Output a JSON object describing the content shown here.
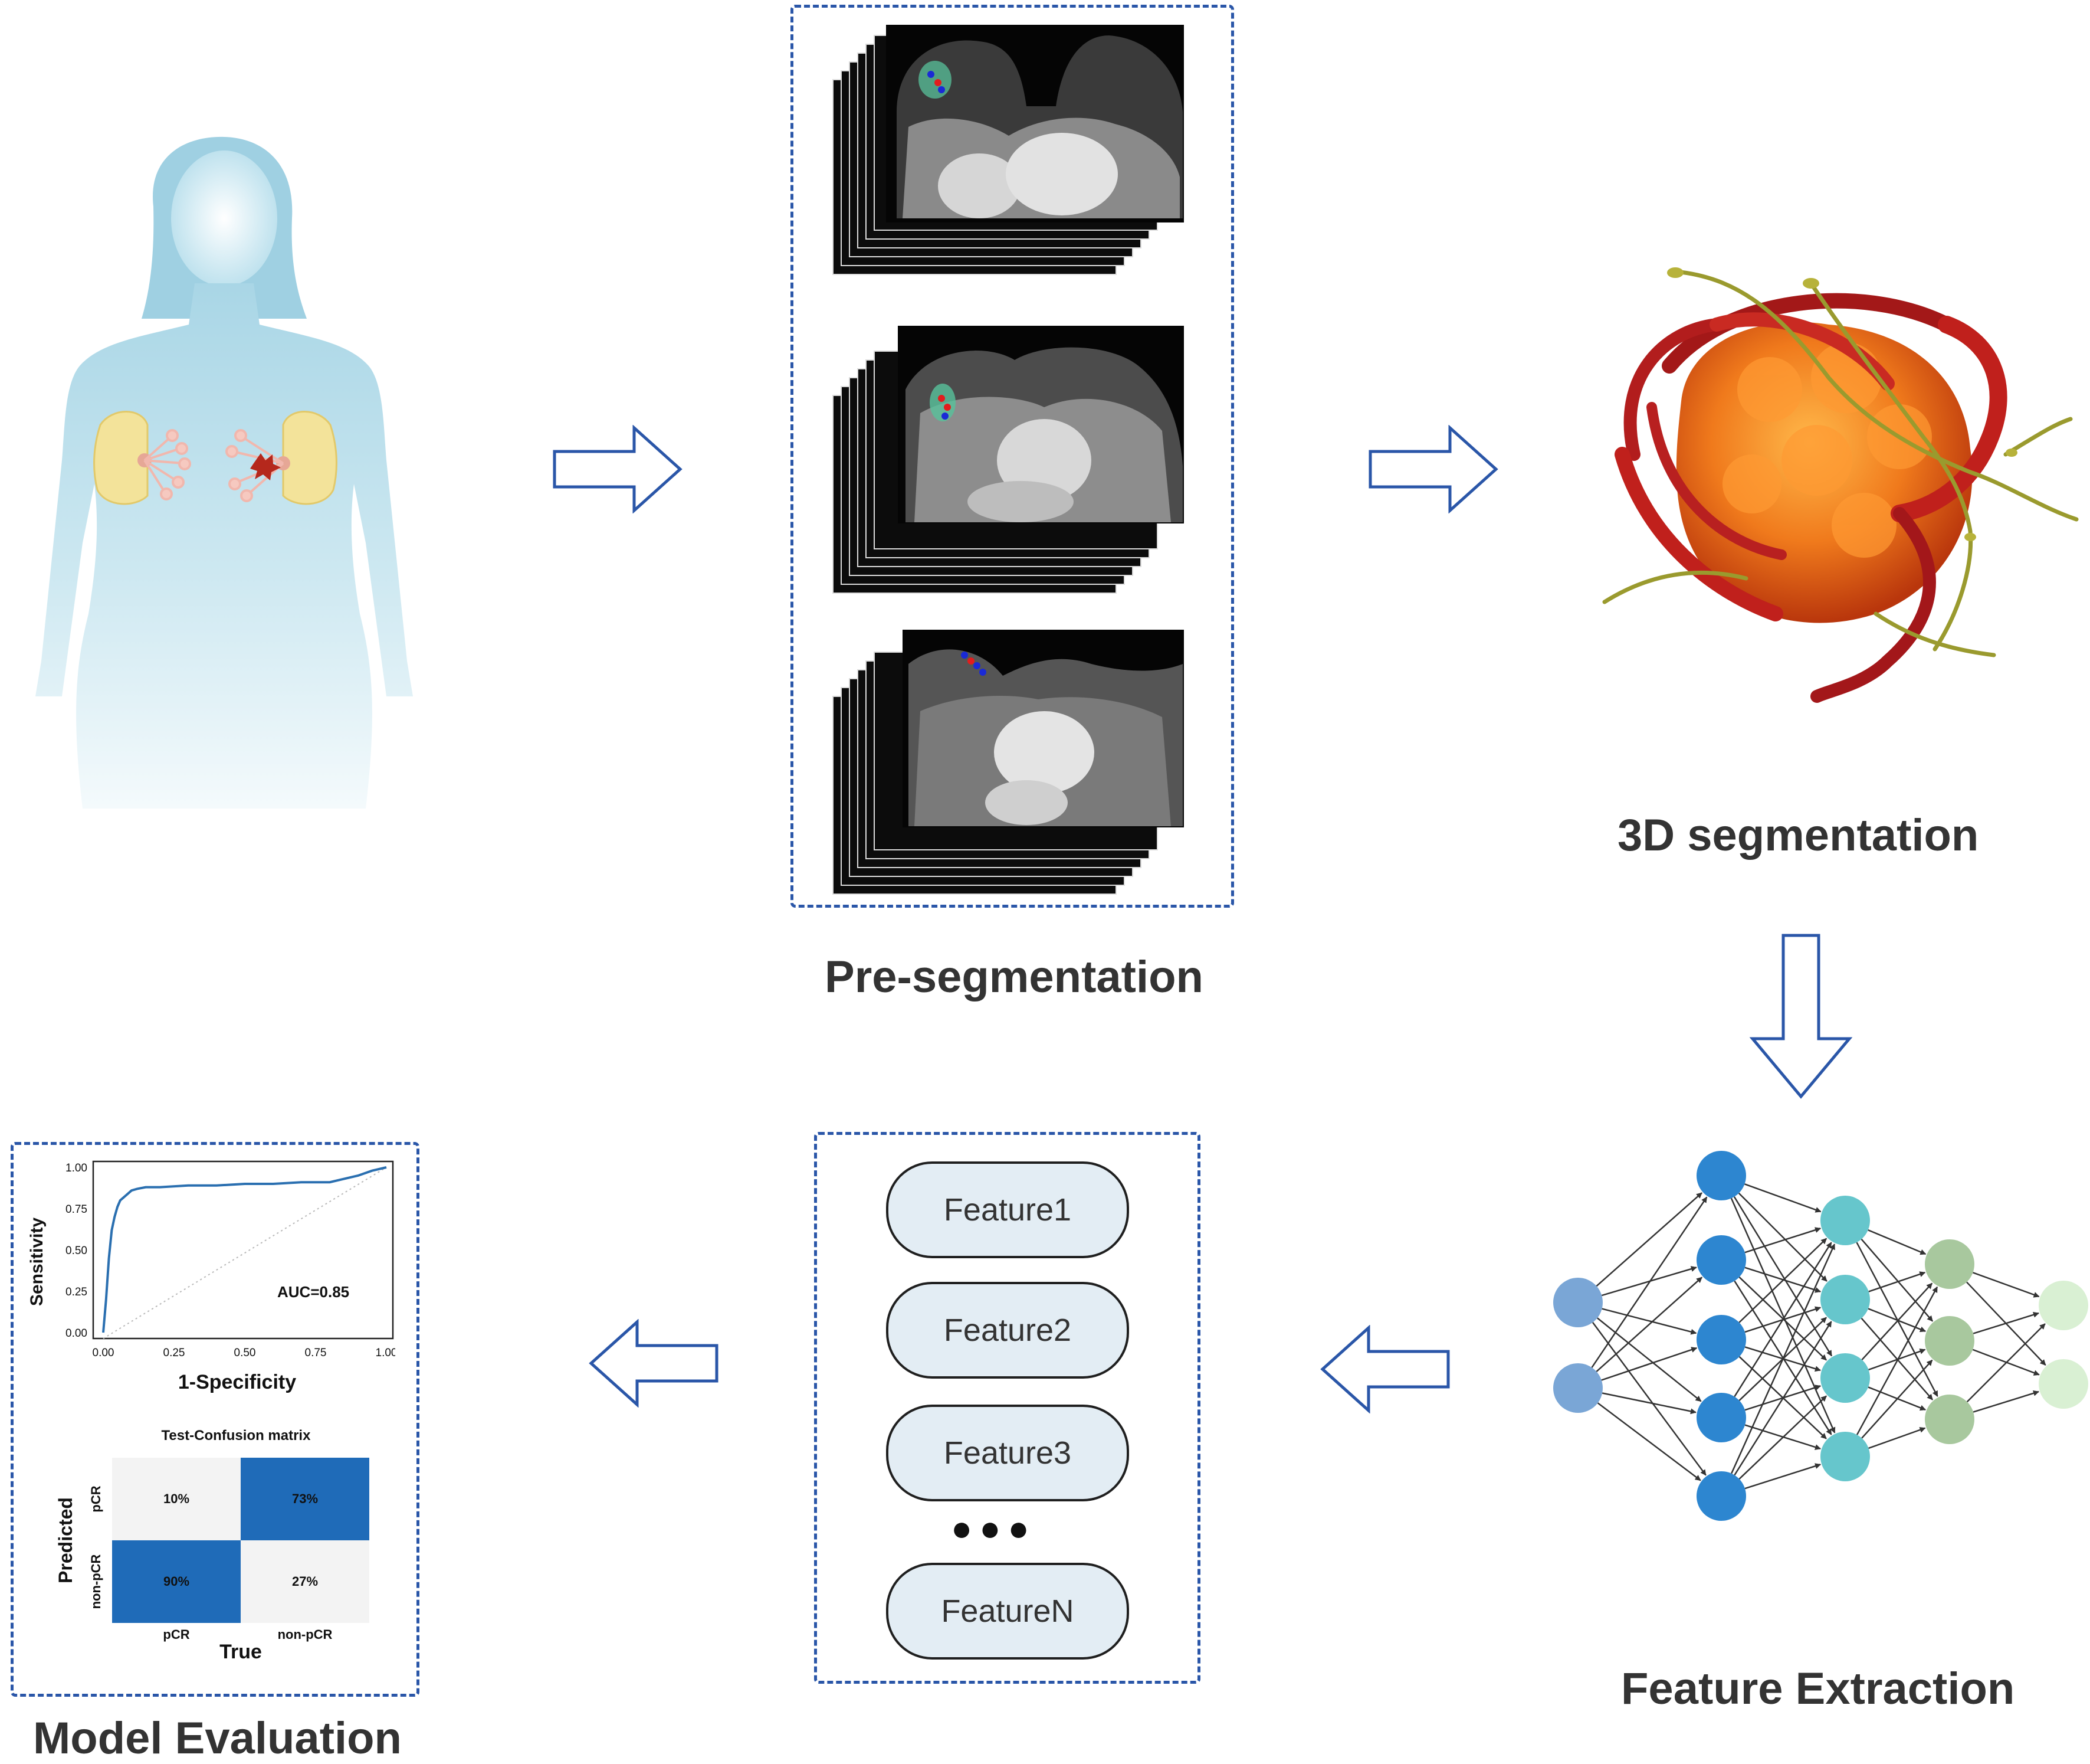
{
  "stages": {
    "pre_segmentation": "Pre-segmentation",
    "segmentation_3d": "3D segmentation",
    "feature_extraction": "Feature Extraction",
    "model_evaluation": "Model Evaluation"
  },
  "features": {
    "f1": "Feature1",
    "f2": "Feature2",
    "f3": "Feature3",
    "ellipsis": "●●●",
    "fn": "FeatureN"
  },
  "roc": {
    "xlabel": "1-Specificity",
    "ylabel": "Sensitivity",
    "auc_label": "AUC=0.85",
    "ticks": [
      "0.00",
      "0.25",
      "0.50",
      "0.75",
      "1.00"
    ]
  },
  "confusion": {
    "title": "Test-Confusion matrix",
    "xlabel": "True",
    "ylabel": "Predicted",
    "col_labels": [
      "pCR",
      "non-pCR"
    ],
    "row_labels": [
      "pCR",
      "non-pCR"
    ],
    "cells": [
      "10%",
      "73%",
      "90%",
      "27%"
    ]
  },
  "chart_data": [
    {
      "type": "line",
      "xlabel": "1-Specificity",
      "ylabel": "Sensitivity",
      "xlim": [
        0,
        1
      ],
      "ylim": [
        0,
        1
      ],
      "annotation": "AUC=0.85",
      "x": [
        0.0,
        0.01,
        0.02,
        0.03,
        0.04,
        0.05,
        0.06,
        0.08,
        0.1,
        0.12,
        0.15,
        0.2,
        0.3,
        0.4,
        0.5,
        0.6,
        0.7,
        0.8,
        0.85,
        0.9,
        0.95,
        1.0
      ],
      "y": [
        0.0,
        0.2,
        0.45,
        0.62,
        0.7,
        0.76,
        0.8,
        0.83,
        0.86,
        0.87,
        0.88,
        0.88,
        0.89,
        0.89,
        0.9,
        0.9,
        0.91,
        0.91,
        0.93,
        0.95,
        0.98,
        1.0
      ],
      "reference_line": "diagonal dotted"
    },
    {
      "type": "heatmap",
      "title": "Test-Confusion matrix",
      "xlabel": "True",
      "ylabel": "Predicted",
      "x_categories": [
        "pCR",
        "non-pCR"
      ],
      "y_categories": [
        "pCR",
        "non-pCR"
      ],
      "values": [
        [
          10,
          73
        ],
        [
          90,
          27
        ]
      ],
      "unit": "%"
    }
  ],
  "colors": {
    "box_border": "#2a56a8",
    "arrow": "#2a56a8",
    "feature_fill": "#e3edf4",
    "roc_line": "#2a6fb0",
    "cm_dark": "#1f6bb8",
    "cm_light": "#f3f3f3",
    "nn_input": "#7aa6d6",
    "nn_hidden1": "#2d86d0",
    "nn_hidden2": "#66c6cc",
    "nn_hidden3": "#a8c89e",
    "nn_output": "#d9f0d3"
  }
}
